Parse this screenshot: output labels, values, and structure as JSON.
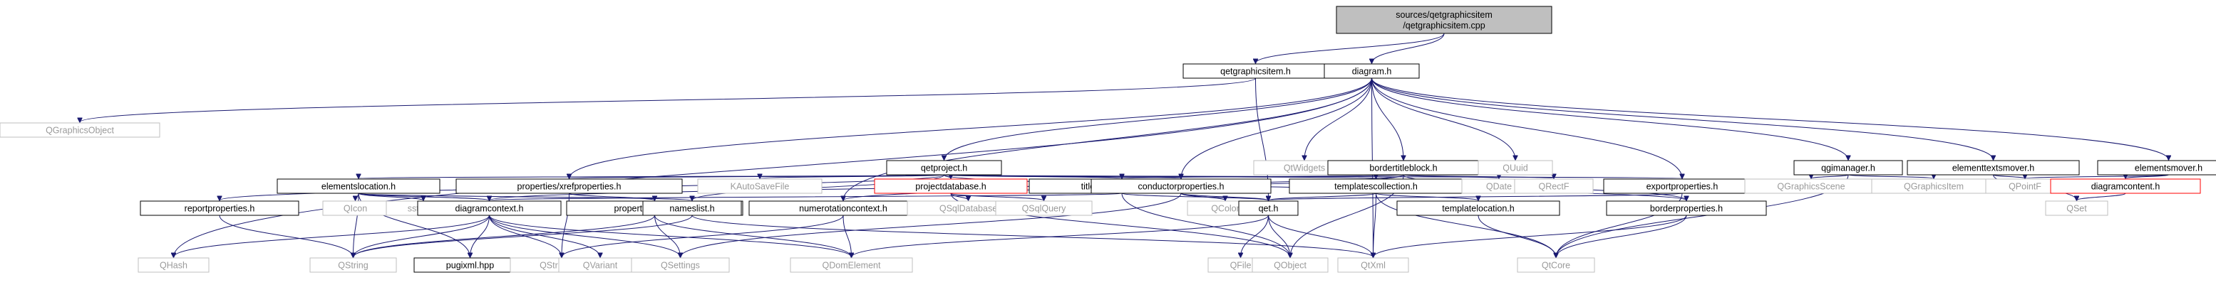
{
  "diagram": {
    "type": "include-dependency-graph",
    "nodes": [
      {
        "id": "root",
        "lines": [
          "sources/qetgraphicsitem",
          "/qetgraphicsitem.cpp"
        ],
        "style": "root"
      },
      {
        "id": "qetgraphicsitem_h",
        "lines": [
          "qetgraphicsitem.h"
        ],
        "style": "normal"
      },
      {
        "id": "diagram_h",
        "lines": [
          "diagram.h"
        ],
        "style": "normal"
      },
      {
        "id": "QGraphicsObject",
        "lines": [
          "QGraphicsObject"
        ],
        "style": "external"
      },
      {
        "id": "qetproject_h",
        "lines": [
          "qetproject.h"
        ],
        "style": "normal"
      },
      {
        "id": "QtWidgets",
        "lines": [
          "QtWidgets"
        ],
        "style": "external"
      },
      {
        "id": "bordertitleblock_h",
        "lines": [
          "bordertitleblock.h"
        ],
        "style": "normal"
      },
      {
        "id": "QUuid",
        "lines": [
          "QUuid"
        ],
        "style": "external"
      },
      {
        "id": "qgimanager_h",
        "lines": [
          "qgimanager.h"
        ],
        "style": "normal"
      },
      {
        "id": "elementtextsmover_h",
        "lines": [
          "elementtextsmover.h"
        ],
        "style": "normal"
      },
      {
        "id": "elementsmover_h",
        "lines": [
          "elementsmover.h"
        ],
        "style": "normal"
      },
      {
        "id": "elementslocation_h",
        "lines": [
          "elementslocation.h"
        ],
        "style": "normal"
      },
      {
        "id": "properties_xref_h",
        "lines": [
          "properties/xrefproperties.h"
        ],
        "style": "normal"
      },
      {
        "id": "KAutoSaveFile",
        "lines": [
          "KAutoSaveFile"
        ],
        "style": "external"
      },
      {
        "id": "projectdatabase_h",
        "lines": [
          "projectdatabase.h"
        ],
        "style": "truncated"
      },
      {
        "id": "titleblockproperties_h",
        "lines": [
          "titleblockproperties.h"
        ],
        "style": "normal"
      },
      {
        "id": "conductorproperties_h",
        "lines": [
          "conductorproperties.h"
        ],
        "style": "normal"
      },
      {
        "id": "templatescollection_h",
        "lines": [
          "templatescollection.h"
        ],
        "style": "normal"
      },
      {
        "id": "QDate",
        "lines": [
          "QDate"
        ],
        "style": "external"
      },
      {
        "id": "QRectF",
        "lines": [
          "QRectF"
        ],
        "style": "external"
      },
      {
        "id": "exportproperties_h",
        "lines": [
          "exportproperties.h"
        ],
        "style": "normal"
      },
      {
        "id": "QGraphicsScene",
        "lines": [
          "QGraphicsScene"
        ],
        "style": "external"
      },
      {
        "id": "QGraphicsItem",
        "lines": [
          "QGraphicsItem"
        ],
        "style": "external"
      },
      {
        "id": "QPointF",
        "lines": [
          "QPointF"
        ],
        "style": "external"
      },
      {
        "id": "diagramcontent_h",
        "lines": [
          "diagramcontent.h"
        ],
        "style": "truncated"
      },
      {
        "id": "reportproperties_h",
        "lines": [
          "reportproperties.h"
        ],
        "style": "normal"
      },
      {
        "id": "QIcon",
        "lines": [
          "QIcon"
        ],
        "style": "external"
      },
      {
        "id": "sstream",
        "lines": [
          "sstream"
        ],
        "style": "external"
      },
      {
        "id": "diagramcontext_h",
        "lines": [
          "diagramcontext.h"
        ],
        "style": "normal"
      },
      {
        "id": "propertiesinterface_h",
        "lines": [
          "propertiesinterface.h"
        ],
        "style": "normal"
      },
      {
        "id": "nameslist_h",
        "lines": [
          "nameslist.h"
        ],
        "style": "normal"
      },
      {
        "id": "numerotationcontext_h",
        "lines": [
          "numerotationcontext.h"
        ],
        "style": "normal"
      },
      {
        "id": "QSqlDatabase",
        "lines": [
          "QSqlDatabase"
        ],
        "style": "external"
      },
      {
        "id": "QSqlQuery",
        "lines": [
          "QSqlQuery"
        ],
        "style": "external"
      },
      {
        "id": "QColor",
        "lines": [
          "QColor"
        ],
        "style": "external"
      },
      {
        "id": "qet_h",
        "lines": [
          "qet.h"
        ],
        "style": "normal"
      },
      {
        "id": "templatelocation_h",
        "lines": [
          "templatelocation.h"
        ],
        "style": "normal"
      },
      {
        "id": "borderproperties_h",
        "lines": [
          "borderproperties.h"
        ],
        "style": "normal"
      },
      {
        "id": "QSet",
        "lines": [
          "QSet"
        ],
        "style": "external"
      },
      {
        "id": "QHash",
        "lines": [
          "QHash"
        ],
        "style": "external"
      },
      {
        "id": "QString",
        "lines": [
          "QString"
        ],
        "style": "external"
      },
      {
        "id": "pugixml_hpp",
        "lines": [
          "pugixml.hpp"
        ],
        "style": "normal"
      },
      {
        "id": "QStringList",
        "lines": [
          "QStringList"
        ],
        "style": "external"
      },
      {
        "id": "QVariant",
        "lines": [
          "QVariant"
        ],
        "style": "external"
      },
      {
        "id": "QSettings",
        "lines": [
          "QSettings"
        ],
        "style": "external"
      },
      {
        "id": "QDomElement",
        "lines": [
          "QDomElement"
        ],
        "style": "external"
      },
      {
        "id": "QFile",
        "lines": [
          "QFile"
        ],
        "style": "external"
      },
      {
        "id": "QObject",
        "lines": [
          "QObject"
        ],
        "style": "external"
      },
      {
        "id": "QtXml",
        "lines": [
          "QtXml"
        ],
        "style": "external"
      },
      {
        "id": "QtCore",
        "lines": [
          "QtCore"
        ],
        "style": "external"
      }
    ],
    "edges": [
      [
        "root",
        "qetgraphicsitem_h"
      ],
      [
        "root",
        "diagram_h"
      ],
      [
        "qetgraphicsitem_h",
        "QGraphicsObject"
      ],
      [
        "qetgraphicsitem_h",
        "qet_h"
      ],
      [
        "diagram_h",
        "qetproject_h"
      ],
      [
        "diagram_h",
        "QtWidgets"
      ],
      [
        "diagram_h",
        "bordertitleblock_h"
      ],
      [
        "diagram_h",
        "QUuid"
      ],
      [
        "diagram_h",
        "qgimanager_h"
      ],
      [
        "diagram_h",
        "elementtextsmover_h"
      ],
      [
        "diagram_h",
        "elementsmover_h"
      ],
      [
        "diagram_h",
        "properties_xref_h"
      ],
      [
        "diagram_h",
        "conductorproperties_h"
      ],
      [
        "diagram_h",
        "exportproperties_h"
      ],
      [
        "diagram_h",
        "numerotationcontext_h"
      ],
      [
        "diagram_h",
        "QHash"
      ],
      [
        "diagram_h",
        "QtXml"
      ],
      [
        "qetproject_h",
        "elementslocation_h"
      ],
      [
        "qetproject_h",
        "properties_xref_h"
      ],
      [
        "qetproject_h",
        "KAutoSaveFile"
      ],
      [
        "qetproject_h",
        "projectdatabase_h"
      ],
      [
        "qetproject_h",
        "titleblockproperties_h"
      ],
      [
        "qetproject_h",
        "conductorproperties_h"
      ],
      [
        "qetproject_h",
        "templatescollection_h"
      ],
      [
        "qetproject_h",
        "reportproperties_h"
      ],
      [
        "qetproject_h",
        "nameslist_h"
      ],
      [
        "qetproject_h",
        "borderproperties_h"
      ],
      [
        "qetproject_h",
        "exportproperties_h"
      ],
      [
        "bordertitleblock_h",
        "titleblockproperties_h"
      ],
      [
        "bordertitleblock_h",
        "QDate"
      ],
      [
        "bordertitleblock_h",
        "QRectF"
      ],
      [
        "bordertitleblock_h",
        "borderproperties_h"
      ],
      [
        "bordertitleblock_h",
        "diagramcontext_h"
      ],
      [
        "bordertitleblock_h",
        "numerotationcontext_h"
      ],
      [
        "bordertitleblock_h",
        "QObject"
      ],
      [
        "qgimanager_h",
        "QGraphicsScene"
      ],
      [
        "qgimanager_h",
        "QGraphicsItem"
      ],
      [
        "qgimanager_h",
        "QtCore"
      ],
      [
        "elementtextsmover_h",
        "QPointF"
      ],
      [
        "elementtextsmover_h",
        "QSet"
      ],
      [
        "elementsmover_h",
        "QPointF"
      ],
      [
        "elementsmover_h",
        "diagramcontent_h"
      ],
      [
        "diagramcontent_h",
        "QSet"
      ],
      [
        "elementslocation_h",
        "QIcon"
      ],
      [
        "elementslocation_h",
        "sstream"
      ],
      [
        "elementslocation_h",
        "diagramcontext_h"
      ],
      [
        "elementslocation_h",
        "nameslist_h"
      ],
      [
        "elementslocation_h",
        "QString"
      ],
      [
        "elementslocation_h",
        "pugixml_hpp"
      ],
      [
        "properties_xref_h",
        "propertiesinterface_h"
      ],
      [
        "properties_xref_h",
        "QStringList"
      ],
      [
        "projectdatabase_h",
        "QSqlDatabase"
      ],
      [
        "projectdatabase_h",
        "QSqlQuery"
      ],
      [
        "projectdatabase_h",
        "QObject"
      ],
      [
        "titleblockproperties_h",
        "diagramcontext_h"
      ],
      [
        "titleblockproperties_h",
        "qet_h"
      ],
      [
        "titleblockproperties_h",
        "QObject"
      ],
      [
        "conductorproperties_h",
        "qet_h"
      ],
      [
        "conductorproperties_h",
        "QColor"
      ],
      [
        "conductorproperties_h",
        "QSettings"
      ],
      [
        "templatescollection_h",
        "qet_h"
      ],
      [
        "templatescollection_h",
        "templatelocation_h"
      ],
      [
        "templatescollection_h",
        "QtXml"
      ],
      [
        "templatescollection_h",
        "QtCore"
      ],
      [
        "exportproperties_h",
        "qet_h"
      ],
      [
        "exportproperties_h",
        "QtCore"
      ],
      [
        "reportproperties_h",
        "QString"
      ],
      [
        "diagramcontext_h",
        "QHash"
      ],
      [
        "diagramcontext_h",
        "QString"
      ],
      [
        "diagramcontext_h",
        "pugixml_hpp"
      ],
      [
        "diagramcontext_h",
        "QStringList"
      ],
      [
        "diagramcontext_h",
        "QVariant"
      ],
      [
        "diagramcontext_h",
        "QSettings"
      ],
      [
        "diagramcontext_h",
        "QDomElement"
      ],
      [
        "propertiesinterface_h",
        "QString"
      ],
      [
        "propertiesinterface_h",
        "QSettings"
      ],
      [
        "propertiesinterface_h",
        "QDomElement"
      ],
      [
        "nameslist_h",
        "QString"
      ],
      [
        "nameslist_h",
        "QtXml"
      ],
      [
        "numerotationcontext_h",
        "QStringList"
      ],
      [
        "numerotationcontext_h",
        "QDomElement"
      ],
      [
        "qet_h",
        "QDomElement"
      ],
      [
        "qet_h",
        "QFile"
      ],
      [
        "qet_h",
        "QObject"
      ],
      [
        "qet_h",
        "QtXml"
      ],
      [
        "templatelocation_h",
        "QtCore"
      ],
      [
        "borderproperties_h",
        "QtCore"
      ],
      [
        "borderproperties_h",
        "QtXml"
      ]
    ]
  }
}
